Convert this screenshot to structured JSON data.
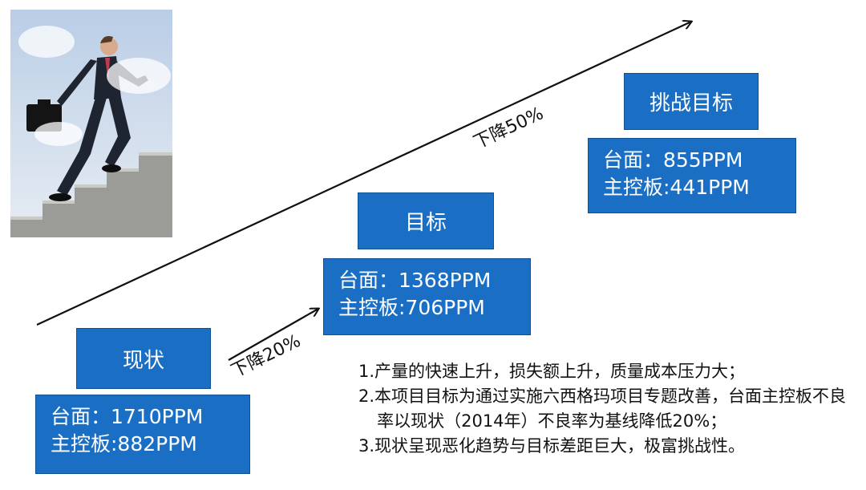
{
  "stages": {
    "current": {
      "title": "现状",
      "line1": "台面：1710PPM",
      "line2": "主控板:882PPM"
    },
    "target": {
      "title": "目标",
      "line1": "台面：1368PPM",
      "line2": "主控板:706PPM"
    },
    "challenge": {
      "title": "挑战目标",
      "line1": "台面：855PPM",
      "line2": "主控板:441PPM"
    }
  },
  "arrows": {
    "small_label": "下降20%",
    "large_label": "下降50%"
  },
  "notes": [
    "1.产量的快速上升，损失额上升，质量成本压力大；",
    "2.本项目目标为通过实施六西格玛项目专题改善，台面主控板不良率以现状（2014年）不良率为基线降低20%；",
    "3.现状呈现恶化趋势与目标差距巨大，极富挑战性。"
  ],
  "colors": {
    "box_fill": "#1a6fc4",
    "box_text": "#ffffff",
    "text": "#111111"
  }
}
